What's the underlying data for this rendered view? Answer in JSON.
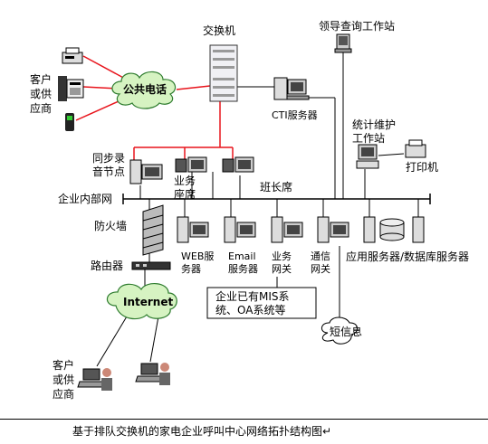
{
  "caption": "基于排队交换机的家电企业呼叫中心网络拓扑结构图↵",
  "labels": {
    "switch": "交换机",
    "leader_station": "领导查询工作站",
    "customer_top": [
      "客户",
      "或供",
      "应商"
    ],
    "public_phone": "公共电话",
    "cti_server": "CTI服务器",
    "stats_station": [
      "统计维护",
      "工作站"
    ],
    "printer": "打印机",
    "recording_node": [
      "同步录",
      "音节点"
    ],
    "agent_seats": [
      "业务",
      "座席"
    ],
    "monitor_seat": "班长席",
    "intranet": "企业内部网",
    "firewall": "防火墙",
    "router": "路由器",
    "web_server": [
      "WEB服",
      "务器"
    ],
    "email_server": [
      "Email",
      "服务器"
    ],
    "business_gateway": [
      "业务",
      "网关"
    ],
    "comm_gateway": [
      "通信",
      "网关"
    ],
    "app_db_server": "应用服务器/数据库服务器",
    "existing_systems": [
      "企业已有MIS系",
      "统、OA系统等"
    ],
    "sms": "短信息",
    "internet": "Internet",
    "customer_bottom": [
      "客户",
      "或供",
      "应商"
    ]
  },
  "colors": {
    "phone_line": "#e8141c",
    "data_line": "#000000",
    "cloud_fill": "#d6f3c2",
    "cloud_stroke": "#2f7d2f"
  }
}
